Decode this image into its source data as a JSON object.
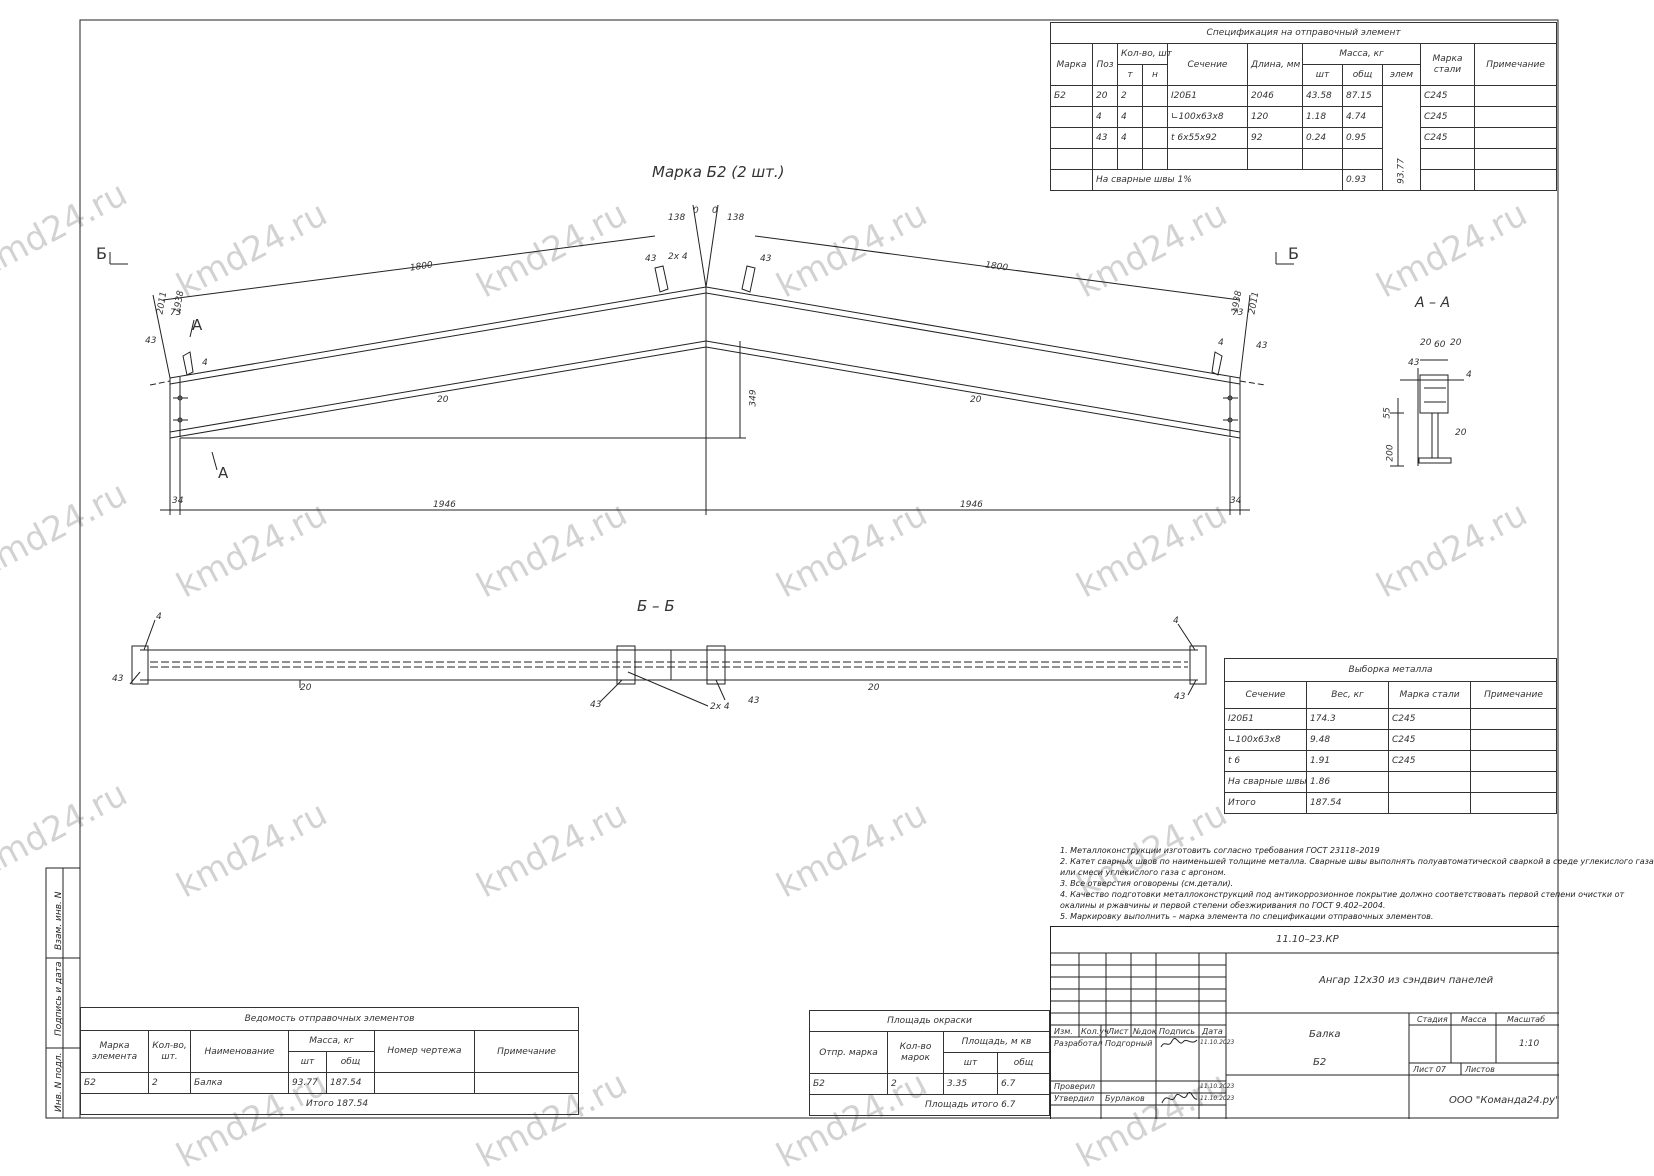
{
  "drawing_title": "Марка Б2 (2 шт.)",
  "section_bb_title": "Б – Б",
  "section_aa_title": "А – А",
  "section_marks": {
    "b": "Б",
    "a": "А"
  },
  "dims": {
    "d1800": "1800",
    "d138": "138",
    "d0": "0",
    "d2011": "2011",
    "d1938": "1938",
    "d73": "73",
    "d349": "349",
    "d1946": "1946",
    "d34": "34",
    "d20": "20",
    "d60": "60",
    "d55": "55",
    "d200": "200"
  },
  "callouts": {
    "p43": "43",
    "p4": "4",
    "p20": "20",
    "weld": "2х 4"
  },
  "watermark": "kmd24.ru",
  "spec": {
    "title": "Спецификация на отправочный элемент",
    "headers": {
      "marka": "Марка",
      "poz": "Поз",
      "kolvo": "Кол-во, шт",
      "t": "т",
      "n": "н",
      "sechenie": "Сечение",
      "dlina": "Длина, мм",
      "massa": "Масса, кг",
      "sht": "шт",
      "obsh": "общ",
      "elem": "элем",
      "marka_stali": "Марка стали",
      "prim": "Примечание"
    },
    "rows": [
      {
        "marka": "Б2",
        "poz": "20",
        "t": "2",
        "sechenie": "I20Б1",
        "dlina": "2046",
        "sht": "43.58",
        "obsh": "87.15",
        "stal": "С245"
      },
      {
        "marka": "",
        "poz": "4",
        "t": "4",
        "sechenie": "∟100х63х8",
        "dlina": "120",
        "sht": "1.18",
        "obsh": "4.74",
        "stal": "С245"
      },
      {
        "marka": "",
        "poz": "43",
        "t": "4",
        "sechenie": "t 6х55х92",
        "dlina": "92",
        "sht": "0.24",
        "obsh": "0.95",
        "stal": "С245"
      }
    ],
    "weld_label": "На сварные швы 1%",
    "weld_value": "0.93",
    "elem_total": "93.77"
  },
  "vyborka": {
    "title": "Выборка металла",
    "headers": [
      "Сечение",
      "Вес, кг",
      "Марка стали",
      "Примечание"
    ],
    "rows": [
      [
        "I20Б1",
        "174.3",
        "С245",
        ""
      ],
      [
        "∟100х63х8",
        "9.48",
        "С245",
        ""
      ],
      [
        "t 6",
        "1.91",
        "С245",
        ""
      ],
      [
        "На сварные швы",
        "1.86",
        "",
        ""
      ],
      [
        "Итого",
        "187.54",
        "",
        ""
      ]
    ]
  },
  "notes": [
    "1. Металлоконструкции изготовить согласно требования ГОСТ 23118–2019",
    "2. Катет сварных швов по наименьшей толщине металла. Сварные швы выполнять полуавтоматической сваркой в среде углекислого газа",
    "или смеси углекислого газа с аргоном.",
    "3. Все отверстия оговорены (см.детали).",
    "4. Качество подготовки металлоконструкций под антикоррозионное покрытие должно соответствовать первой степени очистки от",
    "окалины и ржавчины и первой степени обезжиривания по ГОСТ 9.402–2004.",
    "5. Маркировку выполнить – марка элемента по спецификации отправочных элементов."
  ],
  "vedomost": {
    "title": "Ведомость отправочных элементов",
    "headers": {
      "marka": "Марка элемента",
      "kolvo": "Кол-во, шт.",
      "naim": "Наименование",
      "massa": "Масса, кг",
      "sht": "шт",
      "obsh": "общ",
      "nomer": "Номер чертежа",
      "prim": "Примечание"
    },
    "row": {
      "marka": "Б2",
      "kolvo": "2",
      "naim": "Балка",
      "sht": "93.77",
      "obsh": "187.54",
      "nomer": "",
      "prim": ""
    },
    "total": "Итого 187.54"
  },
  "okraska": {
    "title": "Площадь окраски",
    "headers": {
      "marka": "Отпр. марка",
      "kolvo": "Кол-во марок",
      "ploshad": "Площадь, м кв",
      "sht": "шт",
      "obsh": "общ"
    },
    "row": {
      "marka": "Б2",
      "kolvo": "2",
      "sht": "3.35",
      "obsh": "6.7"
    },
    "total": "Площадь итого 6.7"
  },
  "stamp": {
    "code": "11.10–23.КР",
    "project": "Ангар 12х30 из сэндвич панелей",
    "element": "Балка",
    "element_mark": "Б2",
    "cols": [
      "Изм.",
      "Кол.уч",
      "Лист",
      "№док",
      "Подпись",
      "Дата"
    ],
    "razrabotal": "Разработал",
    "razrabotal_name": "Подгорный",
    "razrabotal_date": "11.10.2023",
    "proveril": "Проверил",
    "proveril_date": "11.10.2023",
    "utverdil": "Утвердил",
    "utverdil_name": "Бурлаков",
    "utverdil_date": "11.10.2023",
    "stadiya": "Стадия",
    "massa": "Масса",
    "masshtab": "Масштаб",
    "masshtab_value": "1:10",
    "list": "Лист 07",
    "listov": "Листов",
    "company": "ООО \"Команда24.ру\""
  },
  "side_stamp": [
    "Инв. N подл.",
    "Подпись и дата",
    "Взам. инв. N"
  ]
}
